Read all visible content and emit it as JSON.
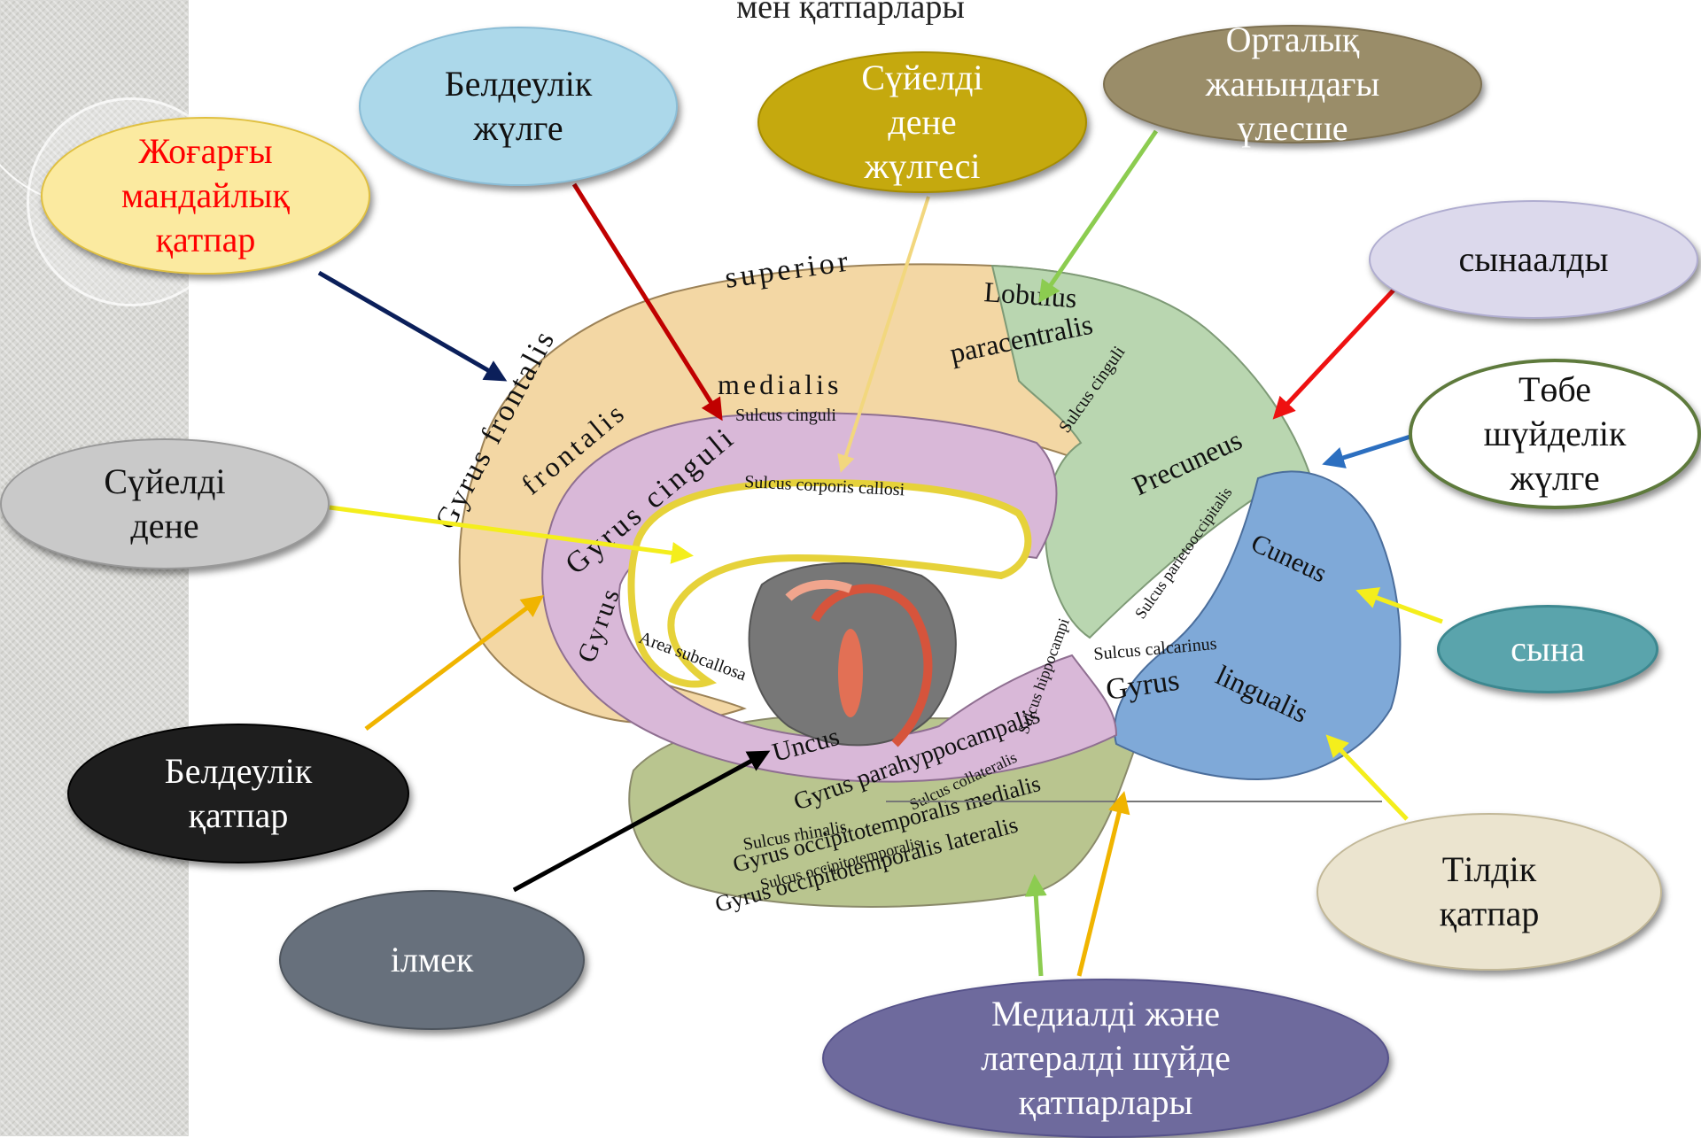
{
  "title": "мен қатпарлары",
  "colors": {
    "sidebar": "#d9d9d6",
    "tan_gyri": "#f3d7a4",
    "cingulate": "#d9b8d8",
    "parietal": "#b9d6b0",
    "occipital": "#7fa9d8",
    "temporal": "#b9c58f"
  },
  "callouts": {
    "superior_frontal": "Жоғарғы\nмандайлық\nқатпар",
    "cingulate_sulcus": "Белдеулік\nжүлге",
    "callosal_sulcus": "Сүйелді\nдене\nжүлгесі",
    "paracentral": "Орталық\nжанындағы\nүлесше",
    "precuneus": "сынаалды",
    "parieto_occipital": "Төбе\nшүйделік\nжүлге",
    "corpus_callosum": "Сүйелді\nдене",
    "cuneus": "сына",
    "cingulate_gyrus": "Белдеулік\nқатпар",
    "lingual": "Тілдік\nқатпар",
    "uncus": "ілмек",
    "occipitotemporal": "Медиалді және\nлатералді  шүйде\nқатпарлары"
  },
  "brain_labels": {
    "gyrus_frontalis": "Gyrus frontalis",
    "superior": "superior",
    "medialis": "medialis",
    "frontalis2": "frontalis",
    "sulcus_cinguli": "Sulcus cinguli",
    "gyrus_cinguli": "Gyrus cinguli",
    "sulcus_corporis": "Sulcus corporis callosi",
    "lobulus": "Lobulus",
    "paracentralis": "paracentralis",
    "sulcus_cinguli2": "Sulcus cinguli",
    "precuneus": "Precuneus",
    "sulcus_parieto": "Sulcus parietooccipitalis",
    "cuneus": "Cuneus",
    "sulcus_calcarinus": "Sulcus calcarinus",
    "gyrus": "Gyrus",
    "lingualis": "lingualis",
    "area_subcallosa": "Area subcallosa",
    "gyrus_left": "Gyrus",
    "uncus": "Uncus",
    "sulcus_hippocampi": "Sulcus hippocampi",
    "gyrus_parahippo": "Gyrus parahyppocampalis",
    "sulcus_collateralis": "Sulcus collateralis",
    "sulcus_rhinalis": "Sulcus rhinalis",
    "gyrus_occ1": "Gyrus occipitotemporalis medialis",
    "sulcus_occ": "Sulcus occipitotemporalis",
    "gyrus_occ2": "Gyrus occipitotemporalis lateralis"
  }
}
